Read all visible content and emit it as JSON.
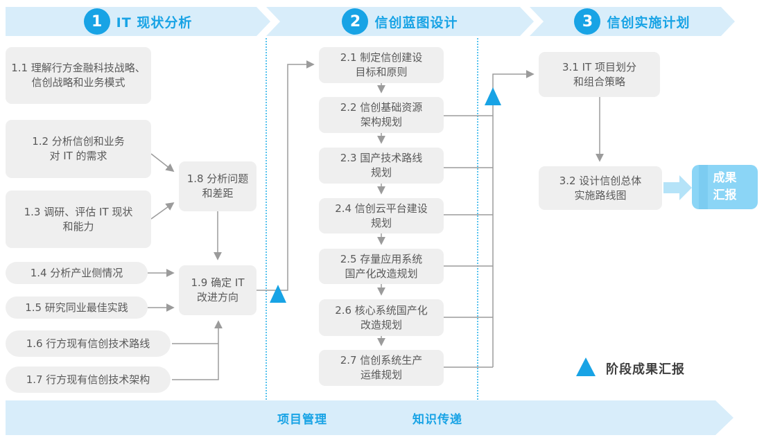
{
  "phases": [
    {
      "number": "1",
      "title": "IT 现状分析"
    },
    {
      "number": "2",
      "title": "信创蓝图设计"
    },
    {
      "number": "3",
      "title": "信创实施计划"
    }
  ],
  "boxes": {
    "b1_1": "1.1 理解行方金融科技战略、\n信创战略和业务模式",
    "b1_2": "1.2 分析信创和业务\n对 IT 的需求",
    "b1_3": "1.3 调研、评估 IT 现状\n和能力",
    "b1_4": "1.4 分析产业侧情况",
    "b1_5": "1.5 研究同业最佳实践",
    "b1_6": "1.6 行方现有信创技术路线",
    "b1_7": "1.7 行方现有信创技术架构",
    "b1_8": "1.8 分析问题\n和差距",
    "b1_9": "1.9 确定 IT\n改进方向",
    "b2_1": "2.1 制定信创建设\n目标和原则",
    "b2_2": "2.2 信创基础资源\n架构规划",
    "b2_3": "2.3 国产技术路线\n规划",
    "b2_4": "2.4 信创云平台建设\n规划",
    "b2_5": "2.5 存量应用系统\n国产化改造规划",
    "b2_6": "2.6 核心系统国产化\n改造规划",
    "b2_7": "2.7 信创系统生产\n运维规划",
    "b3_1": "3.1 IT 项目划分\n和组合策略",
    "b3_2": "3.2 设计信创总体\n实施路线图"
  },
  "result_box": "成果\n汇报",
  "legend": "阶段成果汇报",
  "footer": {
    "items": [
      "项目管理",
      "知识传递"
    ]
  },
  "colors": {
    "accent_blue": "#18A3E5",
    "band_bg": "#D8EDFA",
    "box_bg": "#EFEFEF",
    "box_text": "#595959",
    "line_gray": "#9B9B9B",
    "result_bg": "#8BD5F6",
    "fat_arrow": "#B5E3F8",
    "dotted_divider": "#55C2EE"
  }
}
